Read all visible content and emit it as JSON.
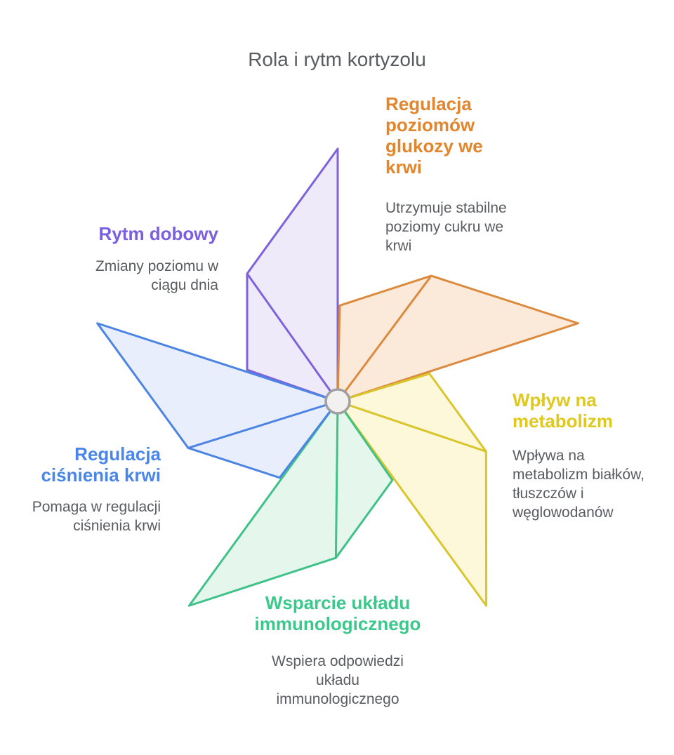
{
  "title": "Rola i rytm kortyzolu",
  "pinwheel": {
    "hub": {
      "fill": "#f2f1ef",
      "stroke": "#a0a0a0"
    },
    "blades": [
      {
        "id": "rytm-dobowy",
        "angle": 0,
        "stroke": "#7e62d9",
        "fill": "#eeeafa"
      },
      {
        "id": "regulacja-glukozy",
        "angle": 72,
        "stroke": "#dc8a3e",
        "fill": "#fbead9"
      },
      {
        "id": "wplyw-na-metabolizm",
        "angle": 144,
        "stroke": "#d9c62c",
        "fill": "#fcf8d9"
      },
      {
        "id": "wsparcie-immunologiczne",
        "angle": 216,
        "stroke": "#40c18a",
        "fill": "#e5f7ed"
      },
      {
        "id": "regulacja-cisnienia",
        "angle": 288,
        "stroke": "#4c84e4",
        "fill": "#e8eefb"
      }
    ]
  },
  "sections": {
    "glucose": {
      "heading": "Regulacja\npoziomów\nglukozy we\nkrwi",
      "description": "Utrzymuje stabilne\npoziomy cukru we\nkrwi",
      "color": "#e2862e"
    },
    "rhythm": {
      "heading": "Rytm dobowy",
      "description": "Zmiany poziomu w\nciągu dnia",
      "color": "#7a5fe0"
    },
    "metabolism": {
      "heading": "Wpływ na\nmetabolizm",
      "description": "Wpływa na\nmetabolizm białków,\ntłuszczów i\nwęglowodanów",
      "color": "#dfc91e"
    },
    "immune": {
      "heading": "Wsparcie układu\nimmunologicznego",
      "description": "Wspiera odpowiedzi\nukładu\nimmunologicznego",
      "color": "#3bc98b"
    },
    "pressure": {
      "heading": "Regulacja\nciśnienia krwi",
      "description": "Pomaga w regulacji\nciśnienia krwi",
      "color": "#4a86e8"
    }
  }
}
